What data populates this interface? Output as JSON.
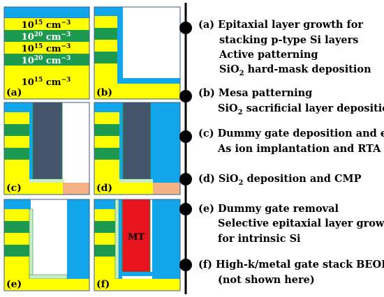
{
  "colors": {
    "yellow": "#ffff00",
    "green": "#1c9a50",
    "blue": "#12a6ea",
    "dark_gate": "#44546a",
    "red_gate": "#e8141e",
    "pink_contact": "#f4b183",
    "light_liner": "#cdebc4",
    "outline": "#3c5a8a",
    "timeline": "#000000"
  },
  "layers": [
    {
      "text": "10",
      "sup": "15",
      "unit": " cm",
      "unit_sup": "−3",
      "fill": "yellow"
    },
    {
      "text": "10",
      "sup": "20",
      "unit": " cm",
      "unit_sup": "−3",
      "fill": "green"
    },
    {
      "text": "10",
      "sup": "15",
      "unit": " cm",
      "unit_sup": "−3",
      "fill": "yellow"
    },
    {
      "text": "10",
      "sup": "20",
      "unit": " cm",
      "unit_sup": "−3",
      "fill": "green"
    },
    {
      "text": "10",
      "sup": "15",
      "unit": " cm",
      "unit_sup": "−3",
      "fill": "yellow"
    }
  ],
  "panel_tags": {
    "a": "(a)",
    "b": "(b)",
    "c": "(c)",
    "d": "(d)",
    "e": "(e)",
    "f": "(f)"
  },
  "gate_label": "MT",
  "steps": [
    {
      "id": "a",
      "lines": [
        [
          {
            "t": "(a)  Epitaxial layer growth for"
          }
        ],
        [
          {
            "t": "stacking p-type  Si layers"
          }
        ],
        [
          {
            "t": "Active patterning"
          }
        ],
        [
          {
            "t": "SiO"
          },
          {
            "t": "2",
            "sub": true
          },
          {
            "t": " hard-mask deposition"
          }
        ]
      ]
    },
    {
      "id": "b",
      "lines": [
        [
          {
            "t": "(b)  Mesa patterning"
          }
        ],
        [
          {
            "t": "SiO"
          },
          {
            "t": "2",
            "sub": true
          },
          {
            "t": " sacrificial layer deposition"
          }
        ]
      ]
    },
    {
      "id": "c",
      "lines": [
        [
          {
            "t": "(c)  Dummy gate deposition and etch"
          }
        ],
        [
          {
            "t": "As ion implantation and RTA"
          }
        ]
      ]
    },
    {
      "id": "d",
      "lines": [
        [
          {
            "t": "(d)  SiO"
          },
          {
            "t": "2",
            "sub": true
          },
          {
            "t": " deposition and CMP"
          }
        ]
      ]
    },
    {
      "id": "e",
      "lines": [
        [
          {
            "t": "(e)  Dummy gate removal"
          }
        ],
        [
          {
            "t": "Selective epitaxial layer growth"
          }
        ],
        [
          {
            "t": "for intrinsic Si"
          }
        ]
      ]
    },
    {
      "id": "f",
      "lines": [
        [
          {
            "t": "(f)  High-k/metal gate stack BEOL"
          }
        ],
        [
          {
            "t": "(not shown here)"
          }
        ]
      ]
    }
  ]
}
